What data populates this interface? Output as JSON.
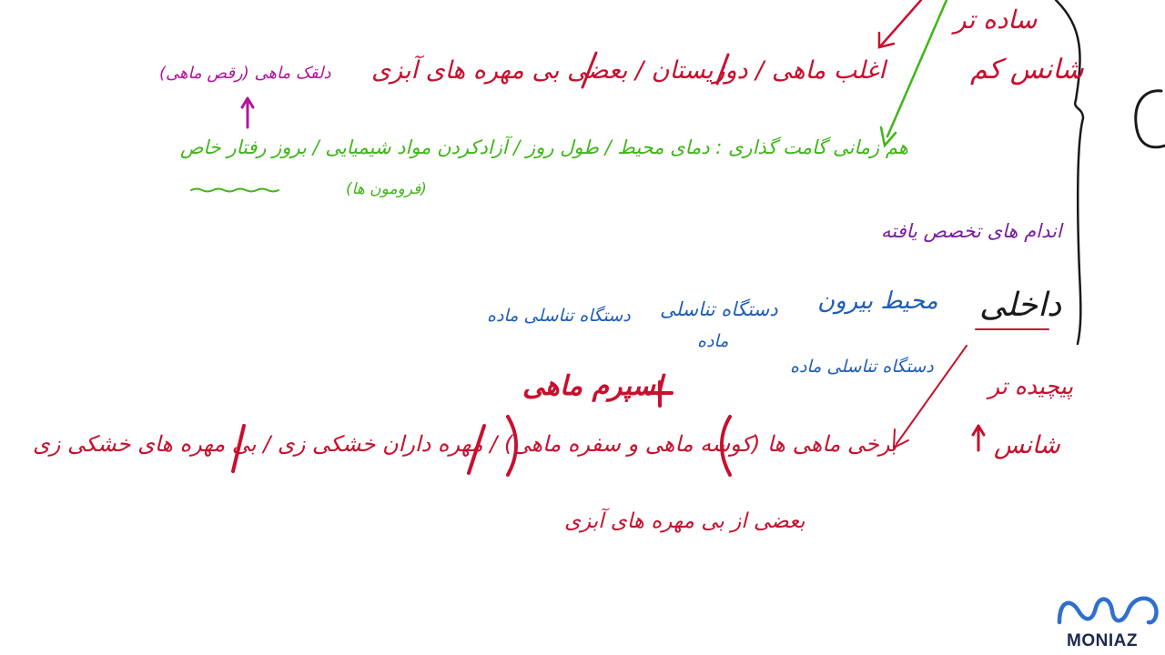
{
  "colors": {
    "red_ink": "#c8102e",
    "green_ink": "#3fb618",
    "blue_ink": "#1f5fb8",
    "purple_ink": "#7a1fa2",
    "magenta_ink": "#b3149e",
    "dark_ink": "#1a1a1a",
    "logo_blue": "#2f6fcf",
    "logo_text": "#1d2a4d"
  },
  "external": {
    "simpler": "ساده تر",
    "chance_low": "شانس کم",
    "examples": "اغلب ماهی / دوزیستان / بعضی بی مهره های آبزی",
    "coordination": "هم زمانی گامت گذاری : دمای محیط / طول روز / آزادکردن مواد شیمیایی / بروز رفتار خاص",
    "pheromone": "(فرومون ها)",
    "dolphin_dance": "دلقک ماهی (رقص ماهی)"
  },
  "internal": {
    "specialized_organs": "اندام های تخصص یافته",
    "internal_title": "داخلی",
    "external_genitalia": "محیط بیرون",
    "outer_female_tract": "دستگاه تناسلی ماده",
    "female_tract_label": "دستگاه تناسلی ماده",
    "male_tract_line1": "دستگاه تناسلی",
    "male_tract_line2": "ماده",
    "fish_egg": "اسپرم ماهی",
    "more_complex": "پیچیده تر",
    "chance_high": "شانس",
    "examples": "برخی ماهی ها (کوسه ماهی و سفره ماهی) / مهره داران خشکی زی / بی مهره های خشکی زی",
    "aquatic_some": "بعضی از بی مهره های آبزی"
  },
  "logo": {
    "brand": "MONIAZ"
  }
}
